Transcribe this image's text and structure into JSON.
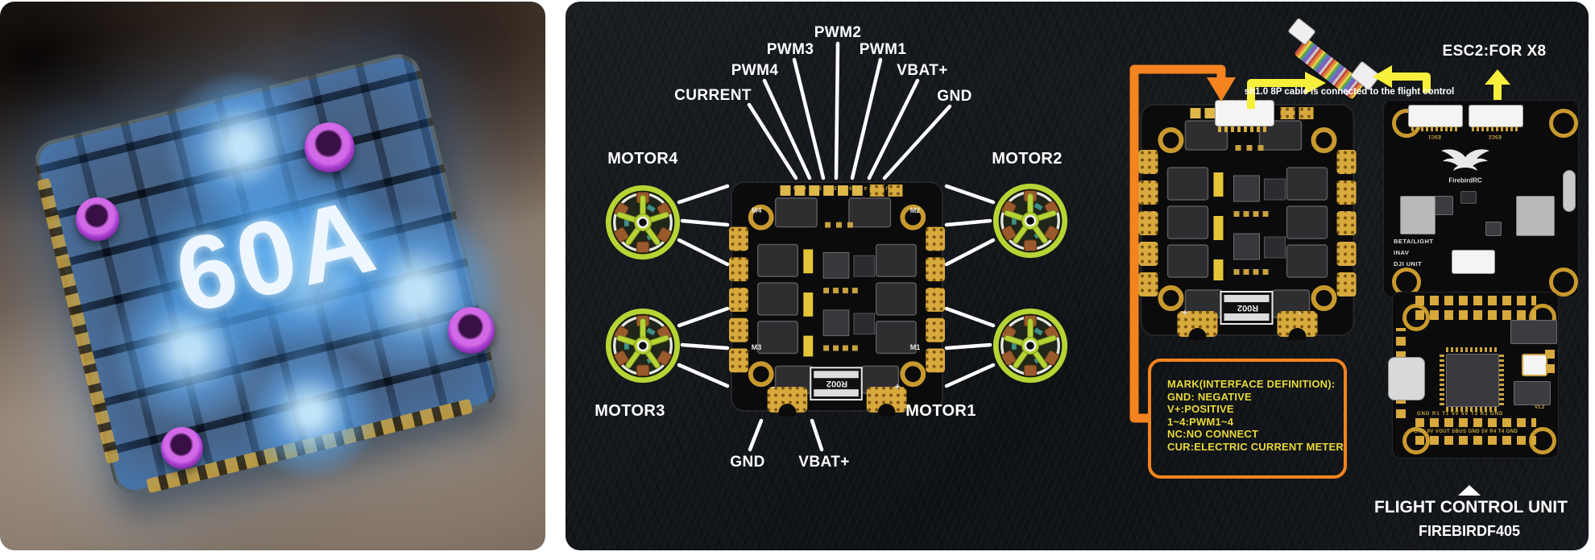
{
  "photo": {
    "power_rating": "60A"
  },
  "diagram": {
    "pin_labels": {
      "current": "CURRENT",
      "pwm4": "PWM4",
      "pwm3": "PWM3",
      "pwm2": "PWM2",
      "pwm1": "PWM1",
      "vbat": "VBAT+",
      "gnd": "GND"
    },
    "motor_labels": {
      "motor4": "MOTOR4",
      "motor2": "MOTOR2",
      "motor3": "MOTOR3",
      "motor1": "MOTOR1"
    },
    "power_labels": {
      "gnd": "GND",
      "vbat": "VBAT+"
    },
    "board": {
      "m4": "M4",
      "m2": "M2",
      "m3": "M3",
      "m1": "M1",
      "silkscreen": "CUR S4 S3 S2 S1 V+ GND",
      "shunt": "R002",
      "minus": "-",
      "plus": "+"
    }
  },
  "connection": {
    "cable_note": "sh1.0 8P cable is connected to the flight control",
    "esc2_label": "ESC2:FOR X8"
  },
  "esc2_board": {
    "shunt": "R002",
    "plus": "+",
    "minus": "-"
  },
  "mark_box": {
    "title": "MARK(INTERFACE DEFINITION):",
    "lines": [
      "GND: NEGATIVE",
      "V+:POSITIVE",
      "1~4:PWM1~4",
      "NC:NO CONNECT",
      "CUR:ELECTRIC CURRENT METER"
    ]
  },
  "fc_board": {
    "brand": "FirebirdRC",
    "connector_left": "ESC1",
    "connector_right": "ESC2",
    "firmware": [
      "BETA/LIGHT",
      "INAV",
      "DJI UNIT"
    ]
  },
  "f405_board": {
    "pad_row_top": "GND R1 T1 5V 5V T3 R3 GND",
    "pad_row_bottom": "GND 9V VOUT SBUS GND 5V R4 T4 GND",
    "version": "V1.2"
  },
  "footer": {
    "title": "FLIGHT CONTROL UNIT",
    "model": "FIREBIRDF405"
  },
  "colors": {
    "accent_orange": "#f5831f",
    "arrow_yellow": "#f7ef3b",
    "mark_text": "#e8d93a",
    "motor_lime": "#b6d434",
    "pad_gold": "#d8a93c",
    "panel_bg": "#14171b"
  }
}
